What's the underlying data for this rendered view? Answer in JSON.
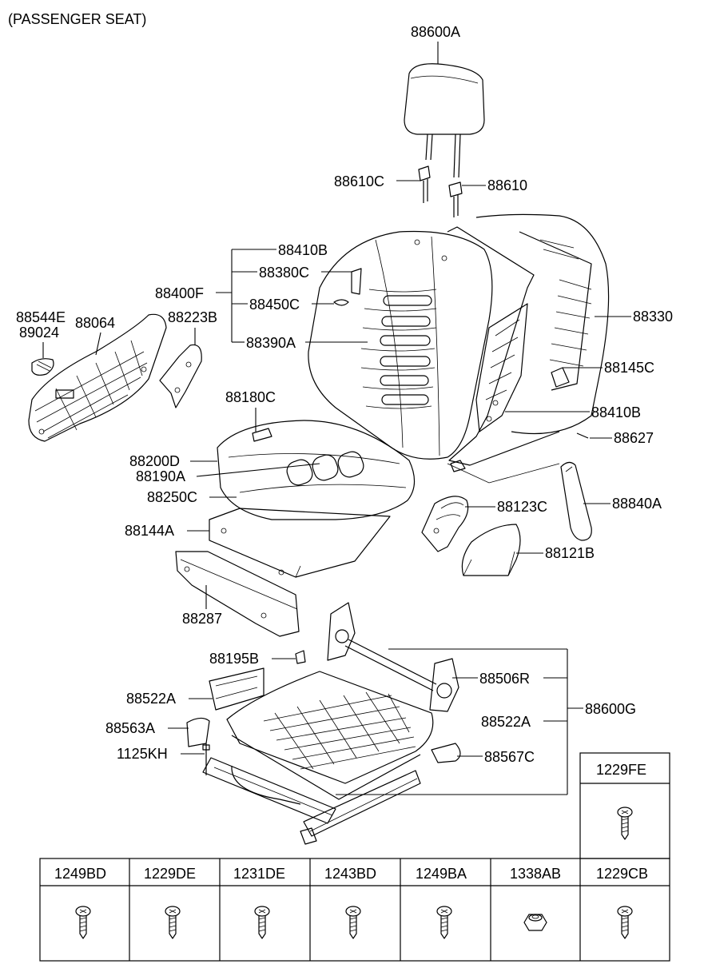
{
  "title": "(PASSENGER SEAT)",
  "labels": {
    "p88600A": "88600A",
    "p88610C": "88610C",
    "p88610": "88610",
    "p88410B_a": "88410B",
    "p88380C": "88380C",
    "p88400F": "88400F",
    "p88450C": "88450C",
    "p88390A": "88390A",
    "p88544E": "88544E",
    "p89024": "89024",
    "p88064": "88064",
    "p88223B": "88223B",
    "p88330": "88330",
    "p88145C": "88145C",
    "p88410B_b": "88410B",
    "p88627": "88627",
    "p88180C": "88180C",
    "p88200D": "88200D",
    "p88190A": "88190A",
    "p88250C": "88250C",
    "p88144A": "88144A",
    "p88123C": "88123C",
    "p88840A": "88840A",
    "p88121B": "88121B",
    "p88287": "88287",
    "p88195B": "88195B",
    "p88506R": "88506R",
    "p88522A_a": "88522A",
    "p88600G": "88600G",
    "p88522A_b": "88522A",
    "p88563A": "88563A",
    "p1125KH": "1125KH",
    "p88567C": "88567C"
  },
  "fastener_table": {
    "top_header": "1229FE",
    "headers": [
      "1249BD",
      "1229DE",
      "1231DE",
      "1243BD",
      "1249BA",
      "1338AB",
      "1229CB"
    ]
  }
}
